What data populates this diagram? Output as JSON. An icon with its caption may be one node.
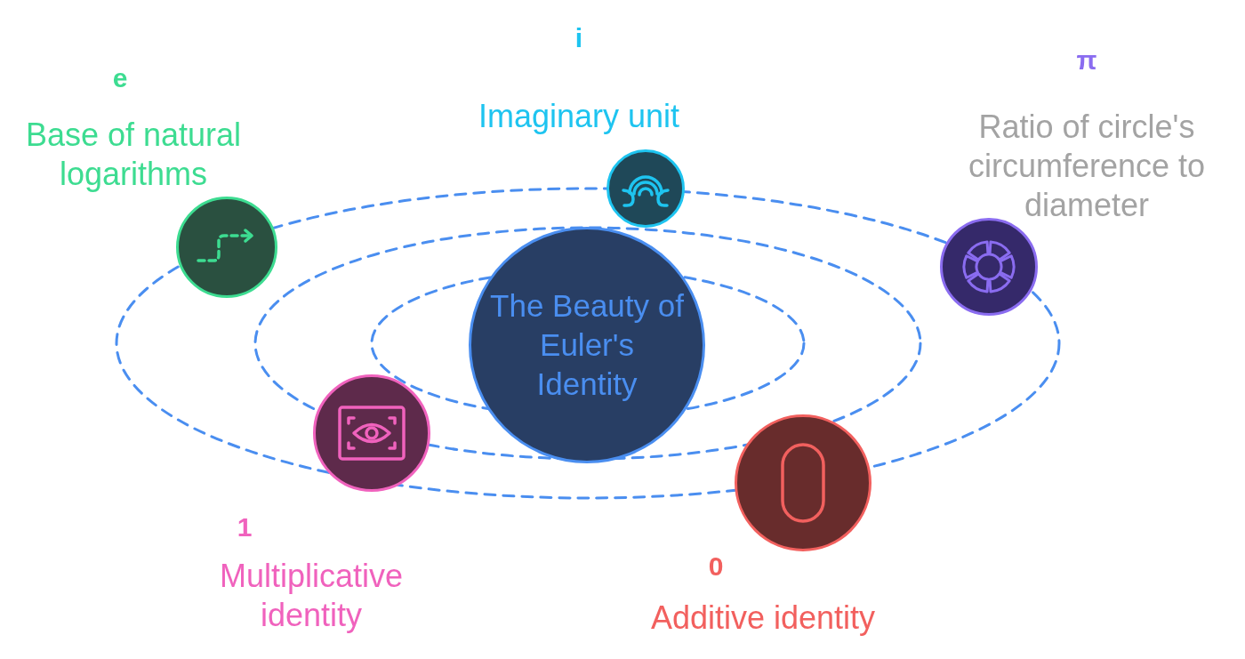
{
  "diagram": {
    "nodes": [
      {
        "text": [
          "The Beauty of Euler's Identity"
        ]
      },
      {
        "text": [],
        "shape": "circle",
        "beside": [
          "e",
          "Base of natural logarithms"
        ]
      },
      {
        "text": [],
        "shape": "circle",
        "beside": [
          "i",
          "Imaginary unit"
        ]
      },
      {
        "text": [],
        "shape": "circle",
        "beside": [
          "π",
          "Ratio of circle's circumference to diameter"
        ]
      },
      {
        "text": [],
        "shape": "circle",
        "beside": [
          "1",
          "Multiplicative identity"
        ]
      },
      {
        "text": [],
        "shape": "circle",
        "beside": [
          "0",
          "Additive identity"
        ]
      }
    ]
  }
}
